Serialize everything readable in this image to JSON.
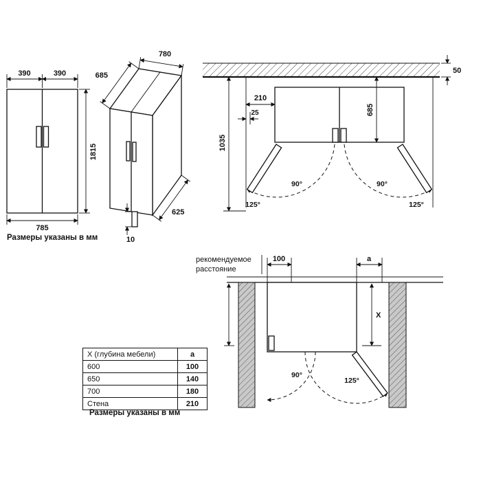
{
  "notes": {
    "units_top": "Размеры указаны в мм",
    "units_bottom": "Размеры указаны в мм"
  },
  "front_view": {
    "door_left": "390",
    "door_right": "390",
    "height": "1815",
    "width": "785"
  },
  "iso_view": {
    "depth_top": "685",
    "width_top": "780",
    "depth_bottom": "625",
    "leg": "10"
  },
  "top_plan": {
    "wall_gap": "50",
    "door_width": "210",
    "side_gap": "25",
    "depth": "685",
    "depth_open": "1035",
    "angle90_left": "90°",
    "angle125_left": "125°",
    "angle90_right": "90°",
    "angle125_right": "125°"
  },
  "install_plan": {
    "recommended1": "рекомендуемое",
    "recommended2": "расстояние",
    "front_gap": "100",
    "side_gap": "a",
    "furniture_depth": "X",
    "angle90": "90°",
    "angle125": "125°"
  },
  "table": {
    "headers": [
      "X (глубина мебели)",
      "a"
    ],
    "rows": [
      [
        "600",
        "100"
      ],
      [
        "650",
        "140"
      ],
      [
        "700",
        "180"
      ],
      [
        "Стена",
        "210"
      ]
    ]
  }
}
